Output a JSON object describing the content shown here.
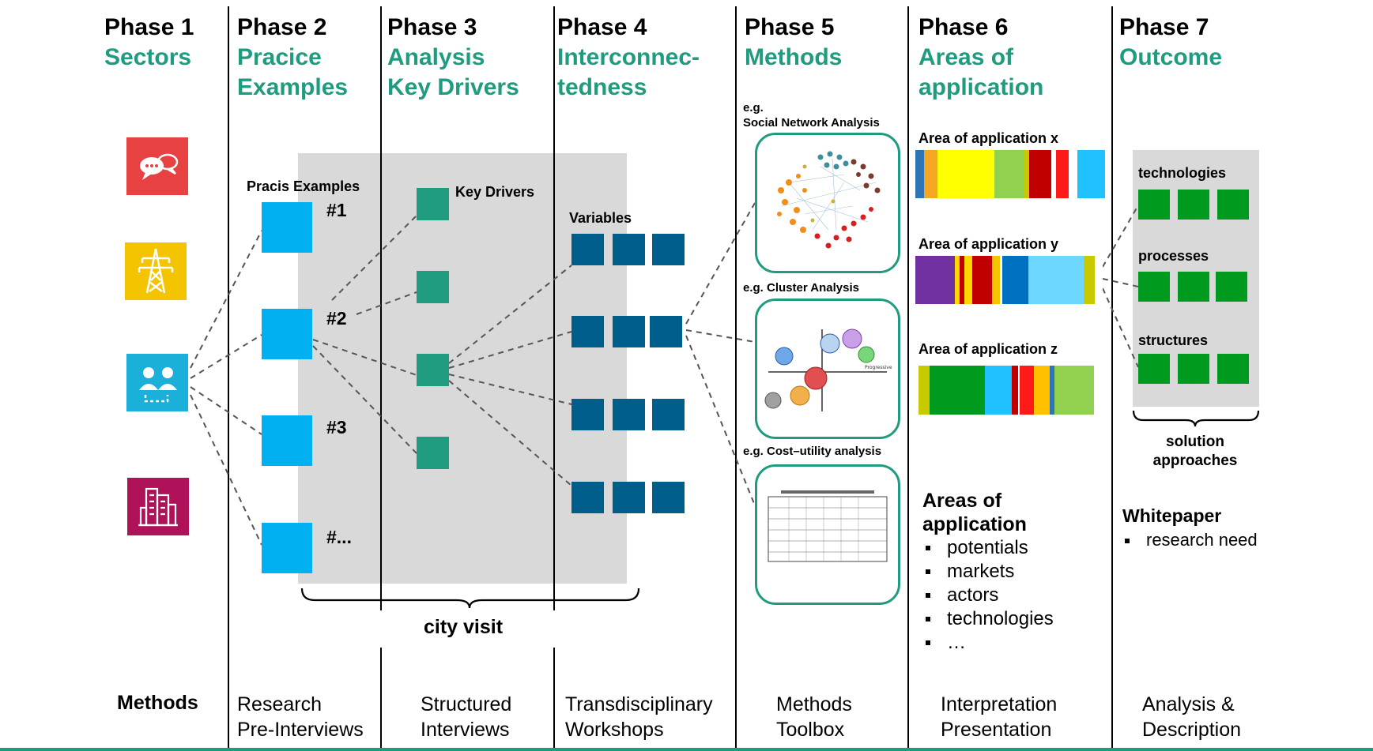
{
  "phases": [
    {
      "num": "Phase 1",
      "title": "Sectors"
    },
    {
      "num": "Phase 2",
      "title": "Pracice\nExamples"
    },
    {
      "num": "Phase 3",
      "title": "Analysis\nKey Drivers"
    },
    {
      "num": "Phase 4",
      "title": "Interconnec-\ntedness"
    },
    {
      "num": "Phase 5",
      "title": "Methods"
    },
    {
      "num": "Phase 6",
      "title": "Areas of\napplication"
    },
    {
      "num": "Phase 7",
      "title": "Outcome"
    }
  ],
  "sectors": {
    "icons": [
      "chat-bubbles-icon",
      "power-pylon-icon",
      "people-network-icon",
      "buildings-icon"
    ],
    "colors": [
      "#e84142",
      "#f5c400",
      "#1ab0d9",
      "#b0125a"
    ]
  },
  "practice": {
    "label": "Pracis Examples",
    "items": [
      "#1",
      "#2",
      "#3",
      "#..."
    ]
  },
  "key_drivers": {
    "label": "Key Drivers"
  },
  "variables": {
    "label": "Variables"
  },
  "city_visit": "city visit",
  "methods_phase": {
    "cards": [
      {
        "label": "e.g.\nSocial Network Analysis",
        "figure": "network-graph"
      },
      {
        "label": "e.g. Cluster Analysis",
        "figure": "cluster-plot"
      },
      {
        "label": "e.g. Cost–utility analysis",
        "figure": "table-thumbnail"
      }
    ],
    "cluster_axis": "Progressive"
  },
  "areas": {
    "items": [
      {
        "label": "Area of application x"
      },
      {
        "label": "Area of application y"
      },
      {
        "label": "Area of application z"
      }
    ],
    "heading": "Areas of\napplication",
    "bullets": [
      "potentials",
      "markets",
      "actors",
      "technologies",
      "…"
    ]
  },
  "outcome": {
    "groups": [
      "technologies",
      "processes",
      "structures"
    ],
    "brace_label": "solution\napproaches",
    "whitepaper_title": "Whitepaper",
    "whitepaper_items": [
      "research need"
    ]
  },
  "methods_row": {
    "title": "Methods",
    "items": [
      "Research\nPre-Interviews",
      "Structured\nInterviews",
      "Transdisciplinary\nWorkshops",
      "Methods\nToolbox",
      "Interpretation\nPresentation",
      "Analysis &\nDescription"
    ]
  },
  "colors": {
    "accent_green": "#1f9b7f",
    "practice_blue": "#00b0f0",
    "key_driver_teal": "#1f9b7f",
    "variable_navy": "#005f8a",
    "outcome_green": "#009a1f",
    "panel_gray": "#d9d9d9",
    "bottom_rule": "#1f9b7f"
  }
}
